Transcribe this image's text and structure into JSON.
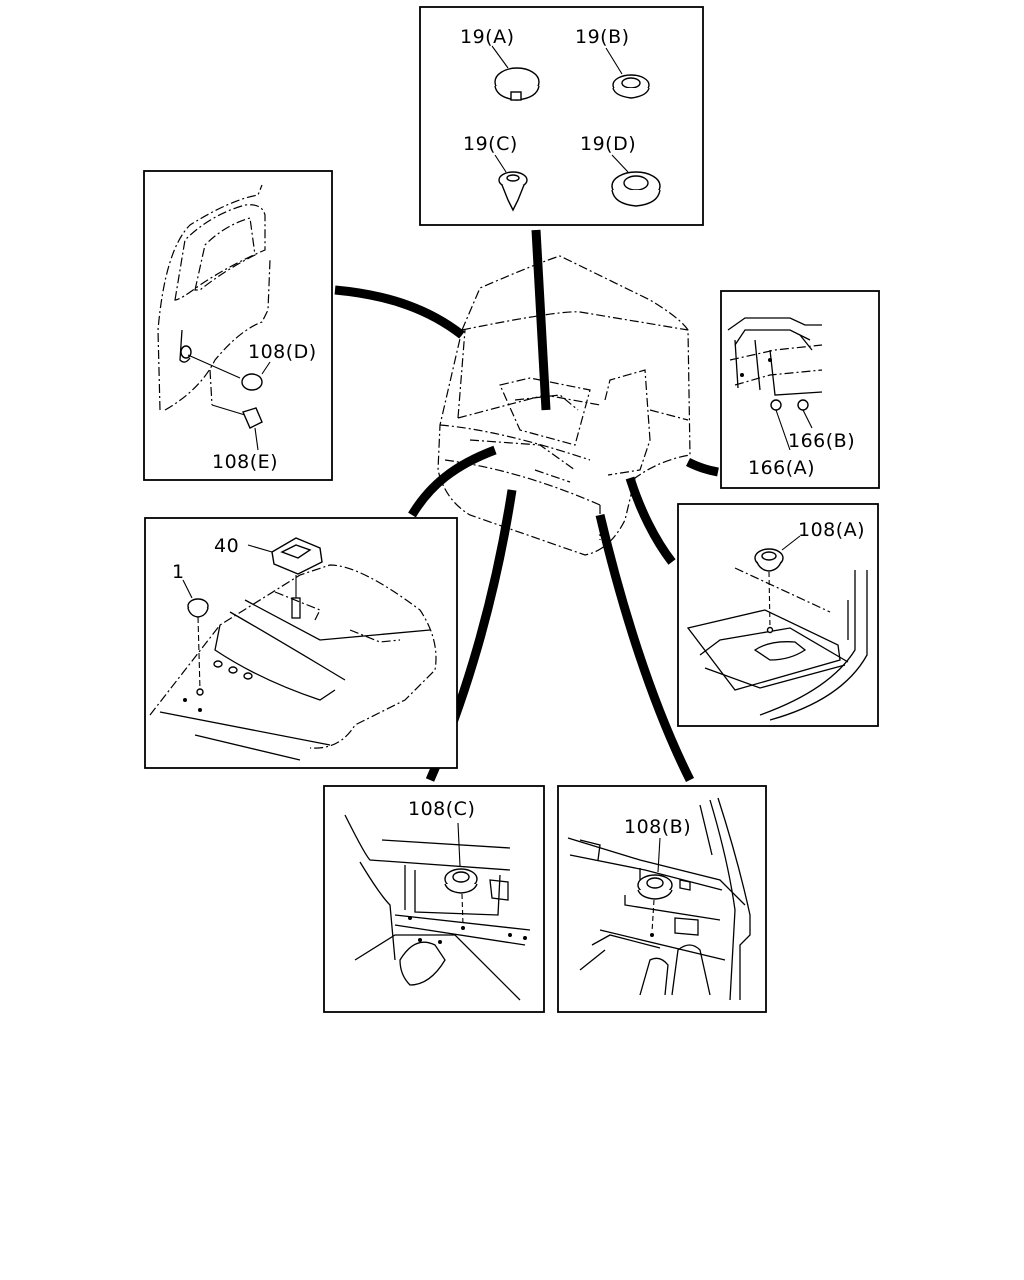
{
  "labels": {
    "p19a": "19(A)",
    "p19b": "19(B)",
    "p19c": "19(C)",
    "p19d": "19(D)",
    "p108d": "108(D)",
    "p108e": "108(E)",
    "p166b": "166(B)",
    "p166a": "166(A)",
    "p40": "40",
    "p1": "1",
    "p108a": "108(A)",
    "p108c": "108(C)",
    "p108b": "108(B)"
  }
}
